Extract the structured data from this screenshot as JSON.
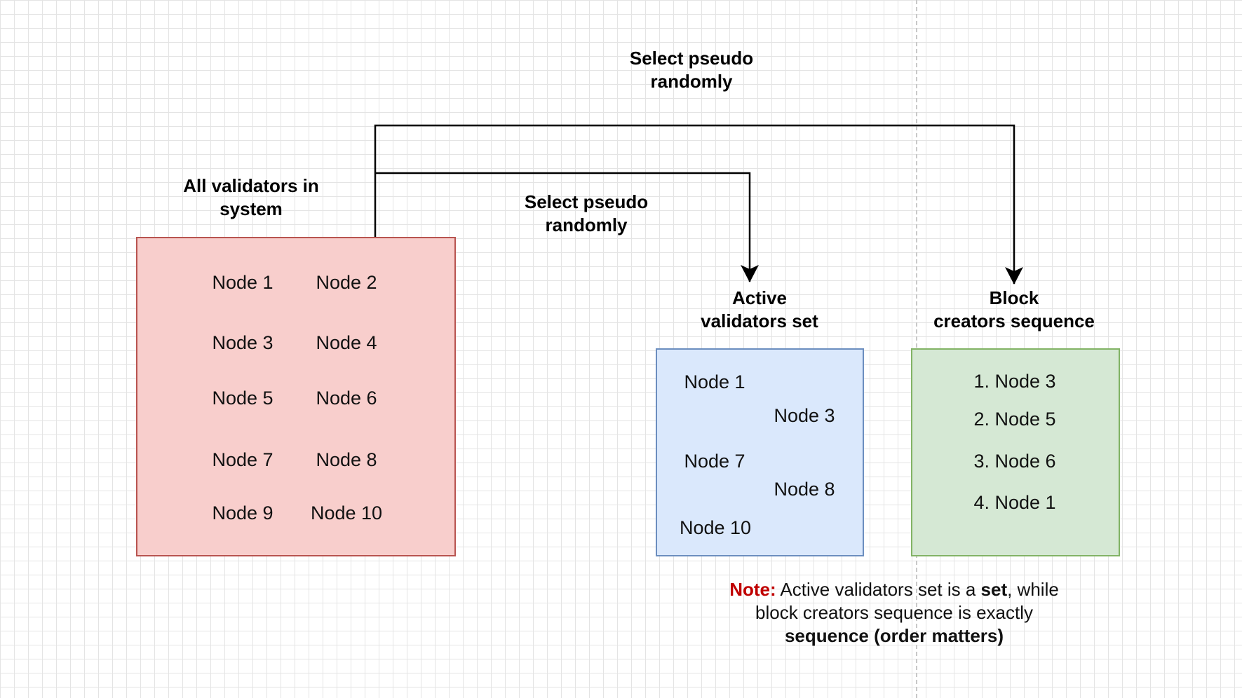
{
  "labels": {
    "top_arrow": [
      "Select pseudo",
      "randomly"
    ],
    "inner_arrow": [
      "Select pseudo",
      "randomly"
    ],
    "all_validators": [
      "All validators in",
      "system"
    ],
    "active_set": [
      "Active",
      "validators set"
    ],
    "block_creators": [
      "Block",
      "creators sequence"
    ]
  },
  "all_validators_nodes": [
    "Node 1",
    "Node 2",
    "Node 3",
    "Node 4",
    "Node 5",
    "Node 6",
    "Node 7",
    "Node 8",
    "Node 9",
    "Node 10"
  ],
  "active_set_nodes": [
    "Node 1",
    "Node 3",
    "Node 7",
    "Node 8",
    "Node 10"
  ],
  "block_creators_nodes": [
    "1. Node 3",
    "2. Node 5",
    "3. Node 6",
    "4. Node 1"
  ],
  "note": {
    "prefix": "Note:",
    "part1": " Active validators set is a ",
    "bold1": "set",
    "part2": ", while",
    "line2": "block creators sequence is exactly",
    "line3": "sequence (order matters)"
  },
  "colors": {
    "all_fill": "#f8cecc",
    "all_stroke": "#b85450",
    "active_fill": "#dae8fc",
    "active_stroke": "#6c8ebf",
    "block_fill": "#d5e8d4",
    "block_stroke": "#82b366",
    "note_red": "#c00000"
  }
}
